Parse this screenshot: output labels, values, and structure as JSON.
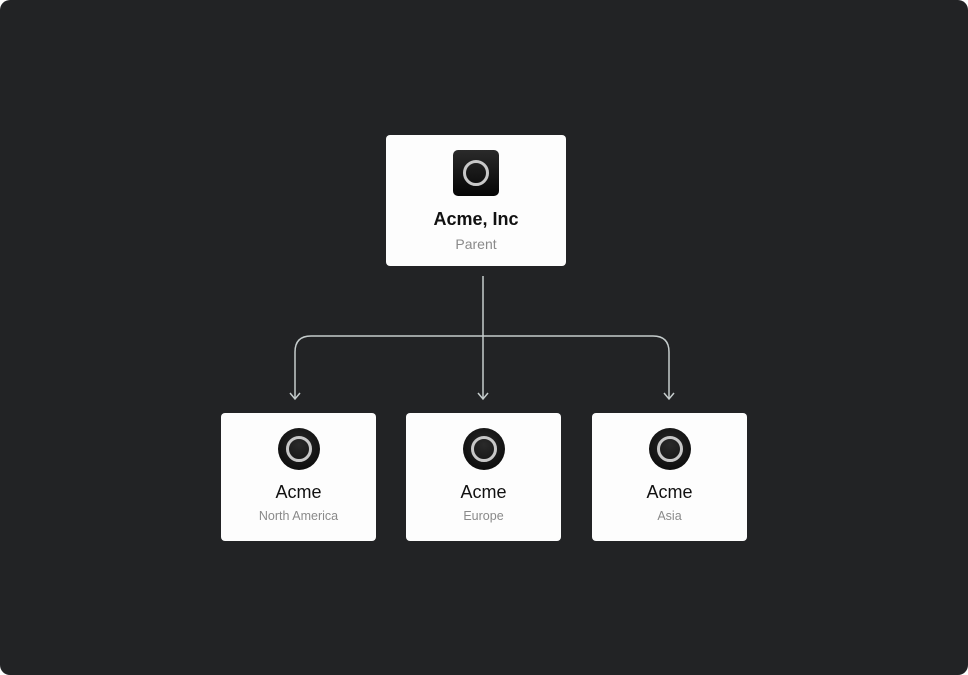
{
  "parent": {
    "name": "Acme, Inc",
    "role": "Parent",
    "icon": "acme-ring-logo"
  },
  "children": [
    {
      "name": "Acme",
      "region": "North America",
      "icon": "acme-ring-logo"
    },
    {
      "name": "Acme",
      "region": "Europe",
      "icon": "acme-ring-logo"
    },
    {
      "name": "Acme",
      "region": "Asia",
      "icon": "acme-ring-logo"
    }
  ],
  "colors": {
    "background": "#222325",
    "card": "#fdfdfd",
    "connector": "#c5cccc"
  }
}
